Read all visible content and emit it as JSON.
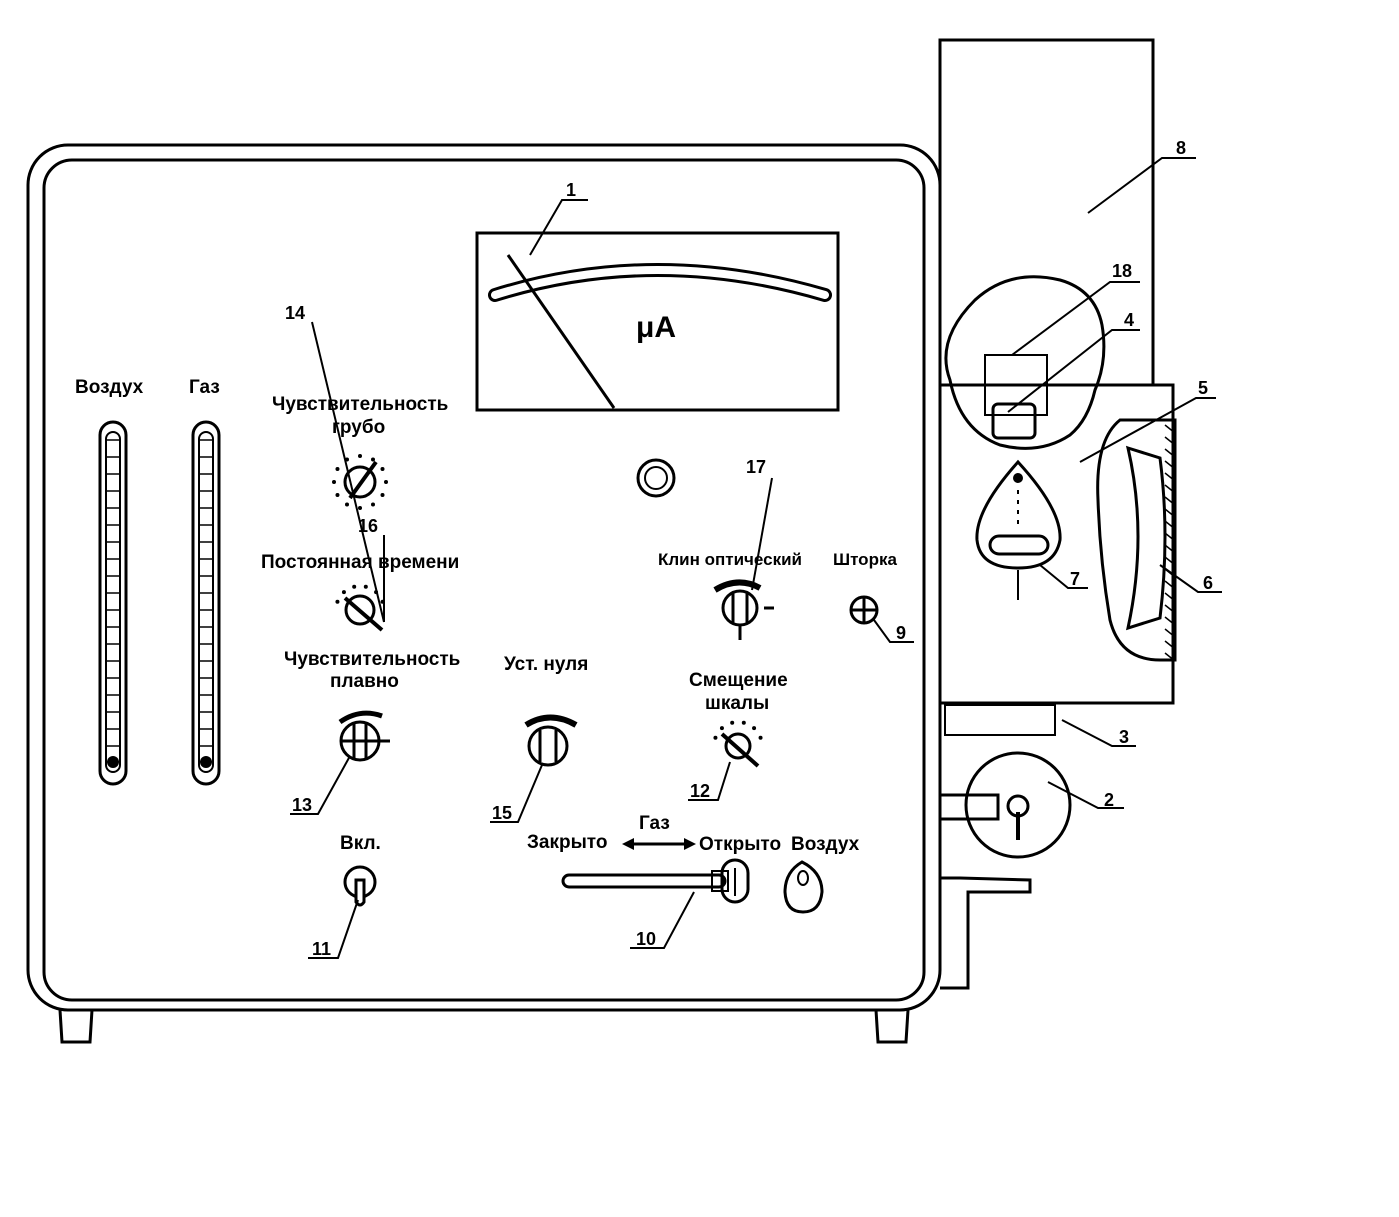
{
  "labels": {
    "air": "Воздух",
    "gas": "Газ",
    "sens_coarse_1": "Чувствительность",
    "sens_coarse_2": "грубо",
    "time_const": "Постоянная времени",
    "sens_fine_1": "Чувствительность",
    "sens_fine_2": "плавно",
    "zero_set": "Уст. нуля",
    "optical_wedge": "Клин оптический",
    "shutter": "Шторка",
    "scale_shift_1": "Смещение",
    "scale_shift_2": "шкалы",
    "power_on": "Вкл.",
    "closed": "Закрыто",
    "gas_valve": "Газ",
    "open": "Открыто",
    "air_valve": "Воздух",
    "meter_unit": "μA"
  },
  "callouts": {
    "n1": "1",
    "n2": "2",
    "n3": "3",
    "n4": "4",
    "n5": "5",
    "n6": "6",
    "n7": "7",
    "n8": "8",
    "n9": "9",
    "n10": "10",
    "n11": "11",
    "n12": "12",
    "n13": "13",
    "n14": "14",
    "n15": "15",
    "n16": "16",
    "n17": "17",
    "n18": "18"
  }
}
